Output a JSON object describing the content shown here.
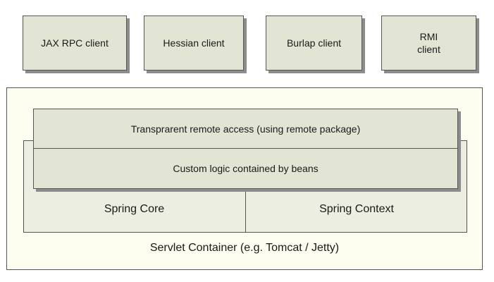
{
  "clients": [
    {
      "label": "JAX RPC client"
    },
    {
      "label": "Hessian client"
    },
    {
      "label": "Burlap client"
    },
    {
      "line1": "RMI",
      "line2": "client"
    }
  ],
  "container": {
    "label": "Servlet Container (e.g. Tomcat / Jetty)"
  },
  "layers": {
    "remote_access": "Transprarent remote access (using remote package)",
    "custom_logic": "Custom logic contained by beans"
  },
  "spring": {
    "core": "Spring Core",
    "context": "Spring Context"
  },
  "colors": {
    "box_fill": "#e2e4d4",
    "container_fill": "#fdfdf0",
    "spring_fill": "#eceee2",
    "border": "#555555",
    "shadow": "#8c8c8c"
  }
}
